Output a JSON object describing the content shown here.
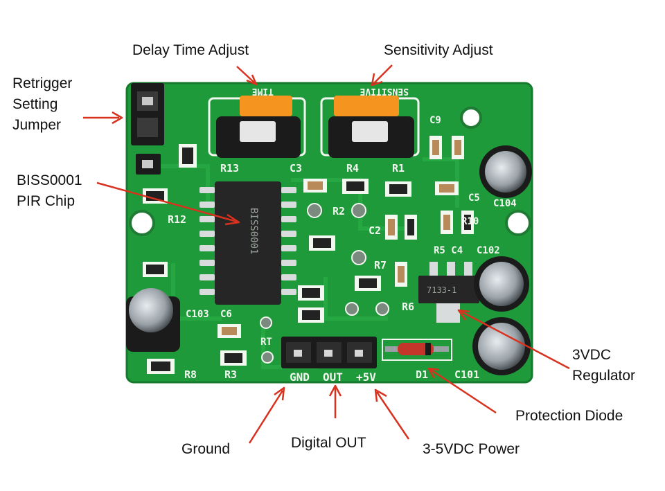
{
  "colors": {
    "pcb_green": "#1f9a3a",
    "pcb_dark": "#168030",
    "silkscreen": "#f2f7f0",
    "pot_orange": "#f5941e",
    "arrow_red": "#d8321f",
    "label_text": "#111111"
  },
  "labels": {
    "delay_time_adjust": "Delay Time Adjust",
    "sensitivity_adjust": "Sensitivity Adjust",
    "retrigger_jumper": "Retrigger\nSetting\nJumper",
    "pir_chip": "BISS0001\nPIR Chip",
    "regulator": "3VDC\nRegulator",
    "protection_diode": "Protection Diode",
    "ground": "Ground",
    "digital_out": "Digital OUT",
    "power": "3-5VDC Power"
  },
  "board": {
    "silk_time": "TIME",
    "silk_sensitive": "SENSITIVE",
    "silk_gnd": "GND",
    "silk_out": "OUT",
    "silk_5v": "+5V",
    "silk_d1": "D1",
    "silk_c101": "C101",
    "silk_c102": "C102",
    "silk_c103": "C103",
    "silk_c104": "C104",
    "silk_r1": "R1",
    "silk_r2": "R2",
    "silk_r3": "R3",
    "silk_r4": "R4",
    "silk_r6": "R6",
    "silk_r7": "R7",
    "silk_r8": "R8",
    "silk_r10": "R10",
    "silk_r12": "R12",
    "silk_r13": "R13",
    "silk_rt": "RT",
    "silk_c2": "C2",
    "silk_c3": "C3",
    "silk_c5": "C5",
    "silk_c6": "C6",
    "silk_c9": "C9",
    "silk_r5c4": "R5 C4",
    "chip_marking": "BISS0001",
    "reg_marking": "7133-1"
  }
}
